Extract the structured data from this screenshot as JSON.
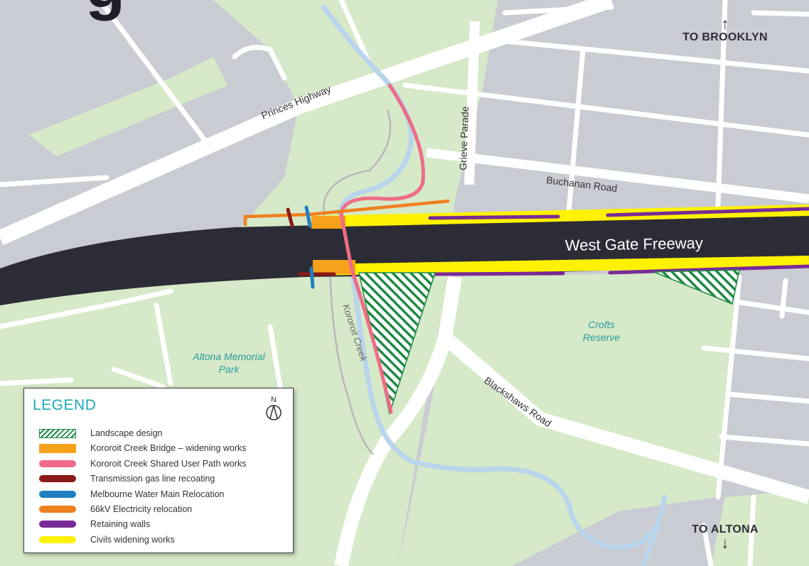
{
  "map": {
    "partial_heading": "g",
    "roads": {
      "freeway": "West Gate Freeway",
      "princes_highway": "Princes Highway",
      "grieve_parade": "Grieve Parade",
      "buchanan_road": "Buchanan Road",
      "blackshaws_road": "Blackshaws Road"
    },
    "places": {
      "altona_park_line1": "Altona Memorial",
      "altona_park_line2": "Park",
      "crofts_line1": "Crofts",
      "crofts_line2": "Reserve",
      "creek": "Kororoit Creek"
    },
    "directions": {
      "north_arrow": "↑",
      "north_label": "TO BROOKLYN",
      "south_label": "TO ALTONA",
      "south_arrow": "↓"
    },
    "colors": {
      "background": "#c9ccd3",
      "park": "#d6e9c8",
      "road": "#ffffff",
      "freeway": "#2c2c36",
      "water": "#b9d5ec",
      "civils_widening": "#fff200",
      "retaining_walls": "#7a2a96",
      "landscape": "#1e8a44",
      "bridge_widening": "#f7a21b",
      "shared_path": "#ef6b86",
      "gas_line": "#8b1a1a",
      "water_main": "#1f7fc1",
      "electricity": "#f07f1e"
    }
  },
  "legend": {
    "title": "LEGEND",
    "north_letter": "N",
    "items": [
      {
        "label": "Landscape design",
        "color": "#1e8a44",
        "style": "hatch"
      },
      {
        "label": "Kororoit Creek Bridge – widening works",
        "color": "#f7a21b",
        "style": "rect"
      },
      {
        "label": "Kororoit Creek Shared User Path works",
        "color": "#ef6b86",
        "style": "line"
      },
      {
        "label": "Transmission gas line recoating",
        "color": "#8b1a1a",
        "style": "line"
      },
      {
        "label": "Melbourne Water Main Relocation",
        "color": "#1f7fc1",
        "style": "line"
      },
      {
        "label": "66kV Electricity relocation",
        "color": "#f07f1e",
        "style": "line"
      },
      {
        "label": "Retaining walls",
        "color": "#7a2a96",
        "style": "line"
      },
      {
        "label": "Civils widening works",
        "color": "#fff200",
        "style": "line"
      }
    ]
  }
}
